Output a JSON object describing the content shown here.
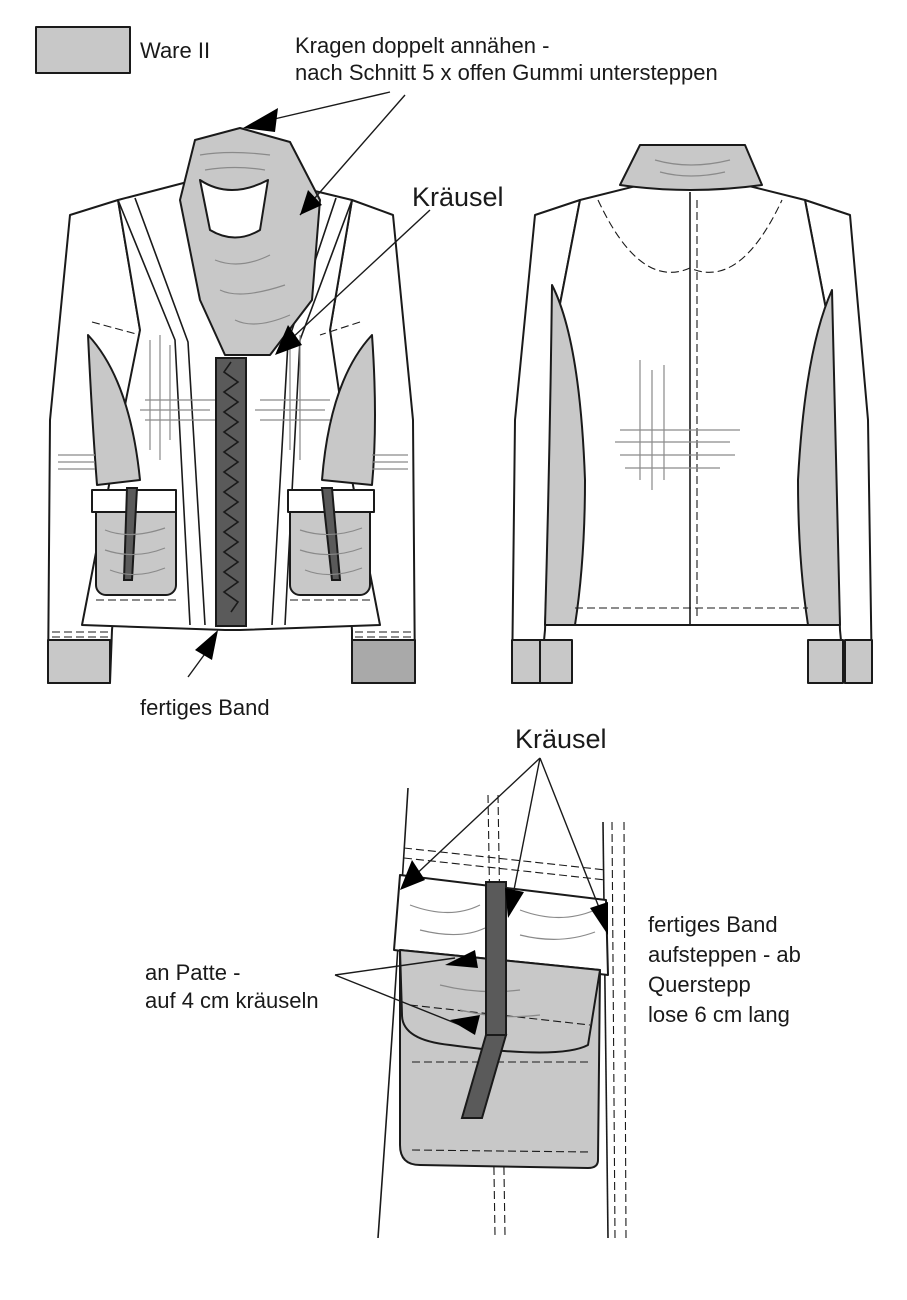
{
  "colors": {
    "ware_fill": "#c8c8c8",
    "band_fill": "#5a5a5a",
    "outline": "#1a1a1a",
    "background": "#ffffff"
  },
  "legend": {
    "label": "Ware II"
  },
  "annotations": {
    "collar_line1": "Kragen doppelt annähen -",
    "collar_line2": "nach Schnitt 5 x offen Gummi untersteppen",
    "kraeusel_top": "Kräusel",
    "fertiges_band": "fertiges Band",
    "kraeusel_detail": "Kräusel",
    "patte_line1": "an Patte -",
    "patte_line2": "auf 4 cm kräuseln",
    "band_line1": "fertiges Band",
    "band_line2": "aufsteppen - ab",
    "band_line3": "Querstepp",
    "band_line4": "lose 6 cm lang"
  }
}
